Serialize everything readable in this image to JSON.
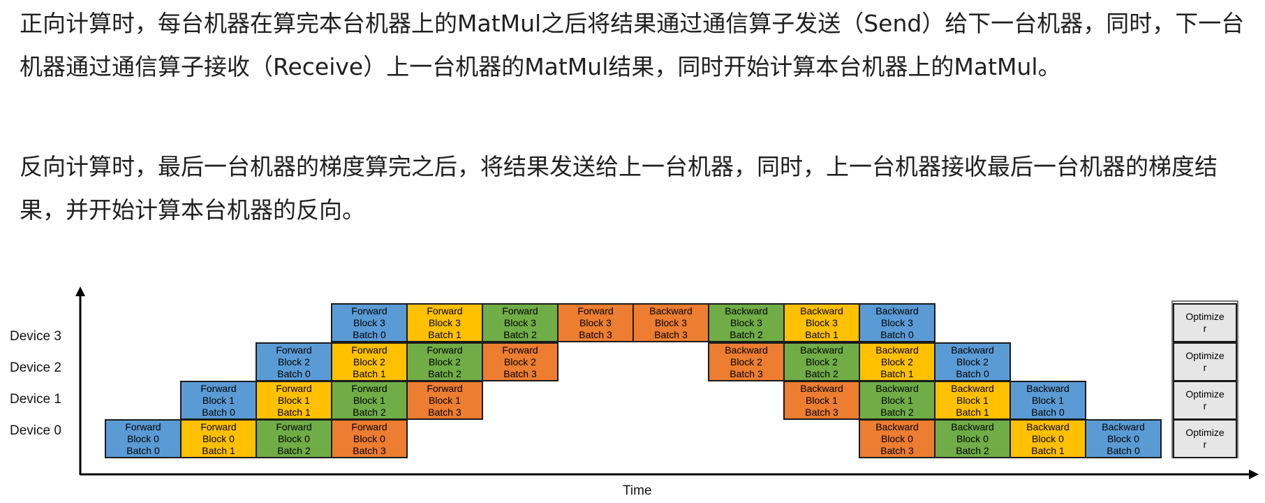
{
  "text": {
    "paragraph_1": "正向计算时，每台机器在算完本台机器上的MatMul之后将结果通过通信算子发送（Send）给下一台机器，同时，下一台机器通过通信算子接收（Receive）上一台机器的MatMul结果，同时开始计算本台机器上的MatMul。",
    "paragraph_2": "反向计算时，最后一台机器的梯度算完之后，将结果发送给上一台机器，同时，上一台机器接收最后一台机器的梯度结果，并开始计算本台机器的反向。"
  },
  "diagram": {
    "axis_label": "Time",
    "device_labels": [
      "Device 3",
      "Device 2",
      "Device 1",
      "Device 0"
    ],
    "colors": {
      "batch_0": "#5b9bd5",
      "batch_1": "#ffc000",
      "batch_2": "#70ad47",
      "batch_3": "#ed7d31",
      "optimizer": "#e7e6e6",
      "axis": "#000000"
    },
    "optimizer": {
      "label_line1": "Optimize",
      "label_line2": "r",
      "cells": [
        {
          "device": 3,
          "color": "optimizer"
        },
        {
          "device": 2,
          "color": "optimizer"
        },
        {
          "device": 1,
          "color": "optimizer"
        },
        {
          "device": 0,
          "color": "optimizer"
        }
      ]
    },
    "cells": [
      {
        "device": 3,
        "slot": 3,
        "color": "batch_0",
        "lines": [
          "Forward",
          "Block 3",
          "Batch 0"
        ]
      },
      {
        "device": 3,
        "slot": 4,
        "color": "batch_1",
        "lines": [
          "Forward",
          "Block 3",
          "Batch 1"
        ]
      },
      {
        "device": 3,
        "slot": 5,
        "color": "batch_2",
        "lines": [
          "Forward",
          "Block 3",
          "Batch 2"
        ]
      },
      {
        "device": 3,
        "slot": 6,
        "color": "batch_3",
        "lines": [
          "Forward",
          "Block 3",
          "Batch 3"
        ]
      },
      {
        "device": 3,
        "slot": 7,
        "color": "batch_3",
        "lines": [
          "Backward",
          "Block 3",
          "Batch 3"
        ]
      },
      {
        "device": 3,
        "slot": 8,
        "color": "batch_2",
        "lines": [
          "Backward",
          "Block 3",
          "Batch 2"
        ]
      },
      {
        "device": 3,
        "slot": 9,
        "color": "batch_1",
        "lines": [
          "Backward",
          "Block 3",
          "Batch 1"
        ]
      },
      {
        "device": 3,
        "slot": 10,
        "color": "batch_0",
        "lines": [
          "Backward",
          "Block 3",
          "Batch 0"
        ]
      },
      {
        "device": 2,
        "slot": 2,
        "color": "batch_0",
        "lines": [
          "Forward",
          "Block 2",
          "Batch 0"
        ]
      },
      {
        "device": 2,
        "slot": 3,
        "color": "batch_1",
        "lines": [
          "Forward",
          "Block 2",
          "Batch 1"
        ]
      },
      {
        "device": 2,
        "slot": 4,
        "color": "batch_2",
        "lines": [
          "Forward",
          "Block 2",
          "Batch 2"
        ]
      },
      {
        "device": 2,
        "slot": 5,
        "color": "batch_3",
        "lines": [
          "Forward",
          "Block 2",
          "Batch 3"
        ]
      },
      {
        "device": 2,
        "slot": 8,
        "color": "batch_3",
        "lines": [
          "Backward",
          "Block 2",
          "Batch 3"
        ]
      },
      {
        "device": 2,
        "slot": 9,
        "color": "batch_2",
        "lines": [
          "Backward",
          "Block 2",
          "Batch 2"
        ]
      },
      {
        "device": 2,
        "slot": 10,
        "color": "batch_1",
        "lines": [
          "Backward",
          "Block 2",
          "Batch 1"
        ]
      },
      {
        "device": 2,
        "slot": 11,
        "color": "batch_0",
        "lines": [
          "Backward",
          "Block 2",
          "Batch 0"
        ]
      },
      {
        "device": 1,
        "slot": 1,
        "color": "batch_0",
        "lines": [
          "Forward",
          "Block 1",
          "Batch 0"
        ]
      },
      {
        "device": 1,
        "slot": 2,
        "color": "batch_1",
        "lines": [
          "Forward",
          "Block 1",
          "Batch 1"
        ]
      },
      {
        "device": 1,
        "slot": 3,
        "color": "batch_2",
        "lines": [
          "Forward",
          "Block 1",
          "Batch 2"
        ]
      },
      {
        "device": 1,
        "slot": 4,
        "color": "batch_3",
        "lines": [
          "Forward",
          "Block 1",
          "Batch 3"
        ]
      },
      {
        "device": 1,
        "slot": 9,
        "color": "batch_3",
        "lines": [
          "Backward",
          "Block 1",
          "Batch 3"
        ]
      },
      {
        "device": 1,
        "slot": 10,
        "color": "batch_2",
        "lines": [
          "Backward",
          "Block 1",
          "Batch 2"
        ]
      },
      {
        "device": 1,
        "slot": 11,
        "color": "batch_1",
        "lines": [
          "Backward",
          "Block 1",
          "Batch 1"
        ]
      },
      {
        "device": 1,
        "slot": 12,
        "color": "batch_0",
        "lines": [
          "Backward",
          "Block 1",
          "Batch 0"
        ]
      },
      {
        "device": 0,
        "slot": 0,
        "color": "batch_0",
        "lines": [
          "Forward",
          "Block 0",
          "Batch 0"
        ]
      },
      {
        "device": 0,
        "slot": 1,
        "color": "batch_1",
        "lines": [
          "Forward",
          "Block  0",
          "Batch 1"
        ]
      },
      {
        "device": 0,
        "slot": 2,
        "color": "batch_2",
        "lines": [
          "Forward",
          "Block  0",
          "Batch 2"
        ]
      },
      {
        "device": 0,
        "slot": 3,
        "color": "batch_3",
        "lines": [
          "Forward",
          "Block  0",
          "Batch 3"
        ]
      },
      {
        "device": 0,
        "slot": 10,
        "color": "batch_3",
        "lines": [
          "Backward",
          "Block 0",
          "Batch 3"
        ]
      },
      {
        "device": 0,
        "slot": 11,
        "color": "batch_2",
        "lines": [
          "Backward",
          "Block 0",
          "Batch 2"
        ]
      },
      {
        "device": 0,
        "slot": 12,
        "color": "batch_1",
        "lines": [
          "Backward",
          "Block 0",
          "Batch 1"
        ]
      },
      {
        "device": 0,
        "slot": 13,
        "color": "batch_0",
        "lines": [
          "Backward",
          "Block 0",
          "Batch 0"
        ]
      }
    ]
  }
}
